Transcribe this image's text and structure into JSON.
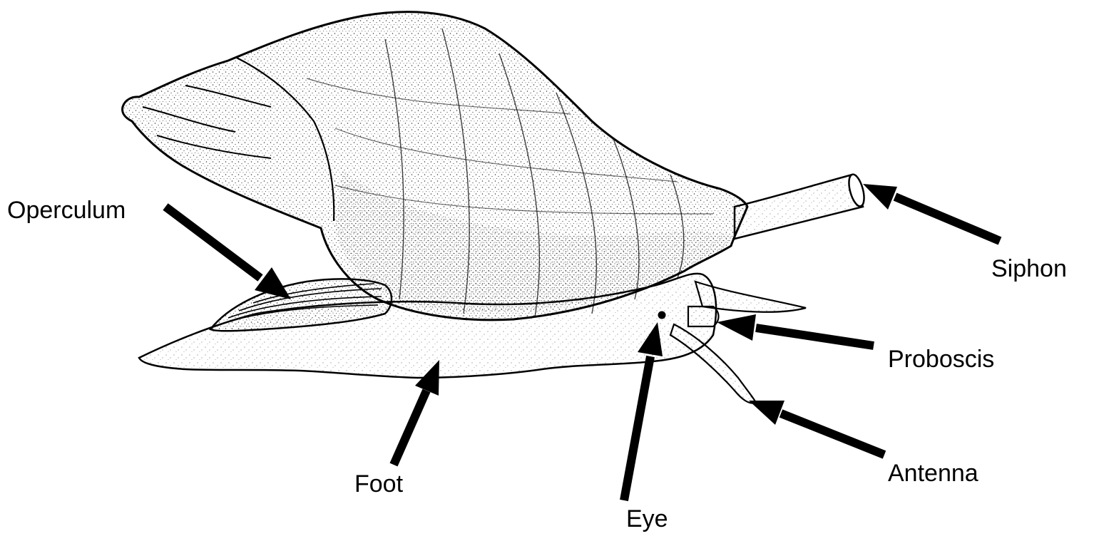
{
  "labels": {
    "operculum": "Operculum",
    "siphon": "Siphon",
    "proboscis": "Proboscis",
    "foot": "Foot",
    "antenna": "Antenna",
    "eye": "Eye"
  },
  "colors": {
    "ink": "#000000",
    "background": "#ffffff",
    "stipple": "#3a3a3a"
  }
}
